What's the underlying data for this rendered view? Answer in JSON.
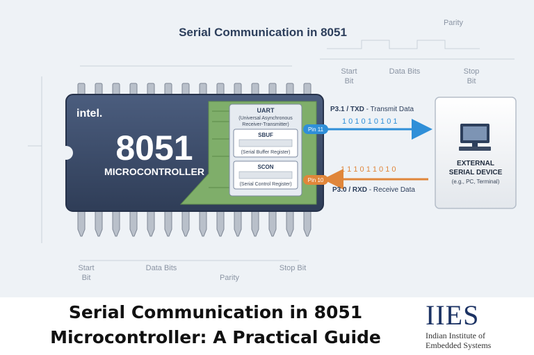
{
  "diagram": {
    "title": "Serial Communication in 8051",
    "chip": {
      "brand": "intel.",
      "model": "8051",
      "subtitle": "MICROCONTROLLER"
    },
    "uart_block": {
      "title": "UART",
      "description_line1": "(Universal Asynchronous",
      "description_line2": "Receiver-Transmitter)"
    },
    "sbuf_block": {
      "name": "SBUF",
      "description": "(Serial Buffer Register)"
    },
    "scon_block": {
      "name": "SCON",
      "description": "(Serial Control Register)"
    },
    "transmit": {
      "pin": "Pin 11",
      "port": "P3.1 / TXD",
      "label": " - Transmit Data",
      "bits": "1 0 1 0 1 0 1 0 1",
      "color": "#2f8fd8"
    },
    "receive": {
      "pin": "Pin 10",
      "port": "P3.0 / RXD",
      "label": " - Receive Data",
      "bits": "1 1 1 0 1 1 0 1 0",
      "color": "#e0863a"
    },
    "device": {
      "line1": "EXTERNAL",
      "line2": "SERIAL DEVICE",
      "line3": "(e.g., PC, Terminal)"
    },
    "frame_top": {
      "start_line1": "Start",
      "start_line2": "Bit",
      "data": "Data Bits",
      "parity": "Parity",
      "stop_line1": "Stop",
      "stop_line2": "Bit"
    },
    "frame_bottom": {
      "start_line1": "Start",
      "start_line2": "Bit",
      "data": "Data Bits",
      "parity": "Parity",
      "stop": "Stop Bit"
    }
  },
  "footer": {
    "headline_line1": "Serial Communication in 8051",
    "headline_line2": "Microcontroller: A Practical Guide",
    "logo_mark": "IIES",
    "logo_line1": "Indian Institute of",
    "logo_line2": "Embedded Systems"
  },
  "colors": {
    "chip_body": "#3a4a66",
    "board": "#7fae6a",
    "transmit": "#2f8fd8",
    "receive": "#e0863a",
    "brand_navy": "#1c3364"
  }
}
